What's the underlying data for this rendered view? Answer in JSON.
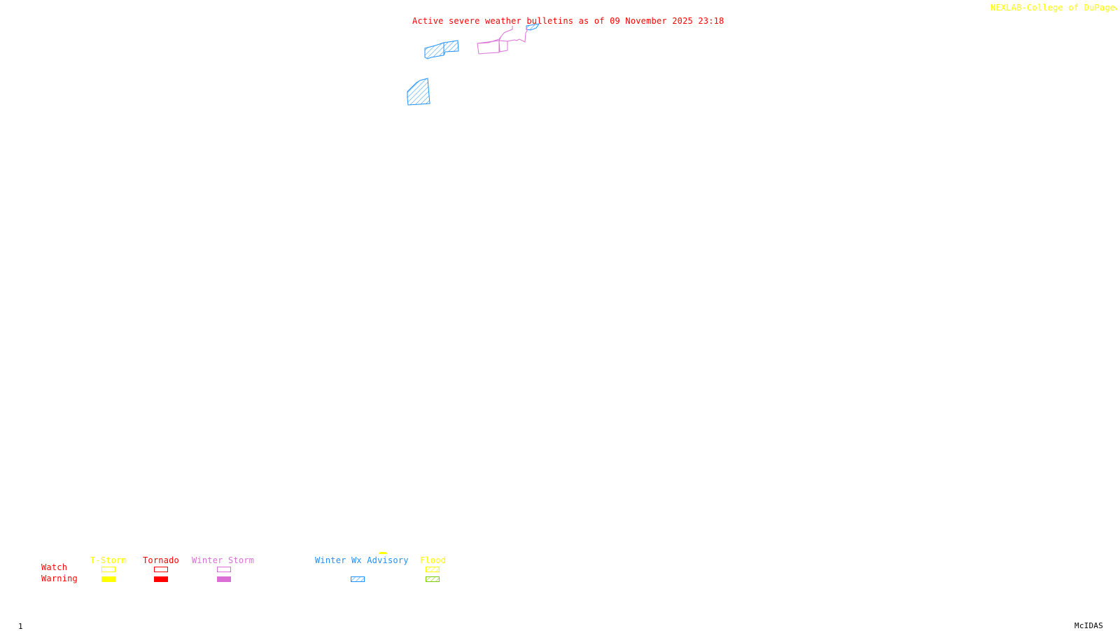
{
  "header": {
    "title": "Active severe weather bulletins as of 09 November 2025 23:18",
    "credit": "NEXLAB-College of DuPage"
  },
  "colors": {
    "title": "#ff0000",
    "credit": "#ffff00",
    "tstorm": "#ffff00",
    "tornado": "#ff0000",
    "winter_storm": "#da70d6",
    "winter_wx_advisory": "#1e90ff",
    "flood_watch": "#ffff00",
    "flood_warning": "#7fcc00"
  },
  "map": {
    "alerts": [
      {
        "type": "winter_wx_advisory",
        "name": "Winter Wx Advisory area 1"
      },
      {
        "type": "winter_wx_advisory",
        "name": "Winter Wx Advisory area 2"
      },
      {
        "type": "winter_wx_advisory",
        "name": "Winter Wx Advisory area 3"
      },
      {
        "type": "winter_wx_advisory",
        "name": "Winter Wx Advisory area 4"
      },
      {
        "type": "winter_storm_watch",
        "name": "Winter Storm Watch area"
      }
    ]
  },
  "legend": {
    "row_labels": {
      "watch": "Watch",
      "warning": "Warning"
    },
    "columns": [
      {
        "label": "T-Storm",
        "watch": "outline",
        "warning": "filled"
      },
      {
        "label": "Tornado",
        "watch": "outline",
        "warning": "filled"
      },
      {
        "label": "Winter Storm",
        "watch": "outline",
        "warning": "filled"
      },
      {
        "label": "Winter Wx Advisory",
        "watch": null,
        "warning": "hatched"
      },
      {
        "label": "Flood",
        "watch": "hatched",
        "warning": "hatched"
      }
    ]
  },
  "footer": {
    "frame_number": "1",
    "software": "McIDAS"
  }
}
